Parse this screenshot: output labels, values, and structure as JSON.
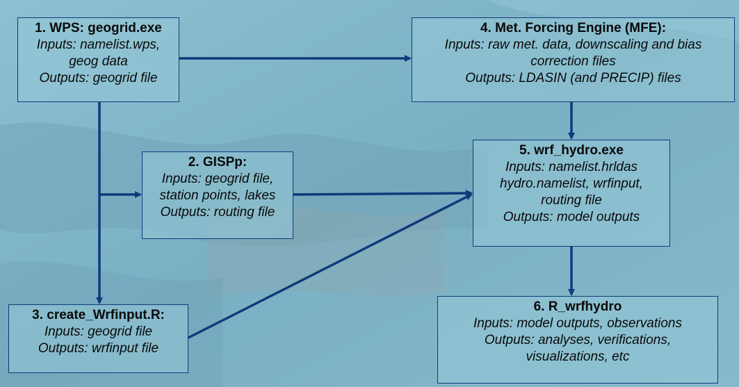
{
  "colors": {
    "box_border": "#0f3a7a",
    "arrow": "#0f3a7a",
    "background": "#7fb3c8"
  },
  "boxes": {
    "wps": {
      "title": "1. WPS: geogrid.exe",
      "lines": [
        "Inputs: namelist.wps,",
        "geog data",
        "Outputs: geogrid file"
      ]
    },
    "gispp": {
      "title": "2. GISPp:",
      "lines": [
        "Inputs: geogrid file,",
        "station points, lakes",
        "Outputs: routing file"
      ]
    },
    "create": {
      "title": "3. create_Wrfinput.R:",
      "lines": [
        "Inputs: geogrid file",
        "Outputs: wrfinput file"
      ]
    },
    "mfe": {
      "title": "4. Met. Forcing Engine (MFE):",
      "lines": [
        "Inputs: raw met. data, downscaling and bias",
        "correction files",
        "Outputs: LDASIN (and PRECIP) files"
      ]
    },
    "wrfhydro": {
      "title": "5. wrf_hydro.exe",
      "lines": [
        "Inputs: namelist.hrldas",
        "hydro.namelist, wrfinput,",
        "routing file",
        "Outputs: model outputs"
      ]
    },
    "rwrf": {
      "title": "6. R_wrfhydro",
      "lines": [
        "Inputs: model outputs, observations",
        "Outputs: analyses, verifications,",
        "visualizations, etc"
      ]
    }
  },
  "arrows": [
    {
      "from": "wps",
      "to": "mfe"
    },
    {
      "from": "wps",
      "to": "gispp"
    },
    {
      "from": "wps",
      "to": "create"
    },
    {
      "from": "gispp",
      "to": "wrfhydro"
    },
    {
      "from": "create",
      "to": "wrfhydro"
    },
    {
      "from": "mfe",
      "to": "wrfhydro"
    },
    {
      "from": "wrfhydro",
      "to": "rwrf"
    }
  ]
}
